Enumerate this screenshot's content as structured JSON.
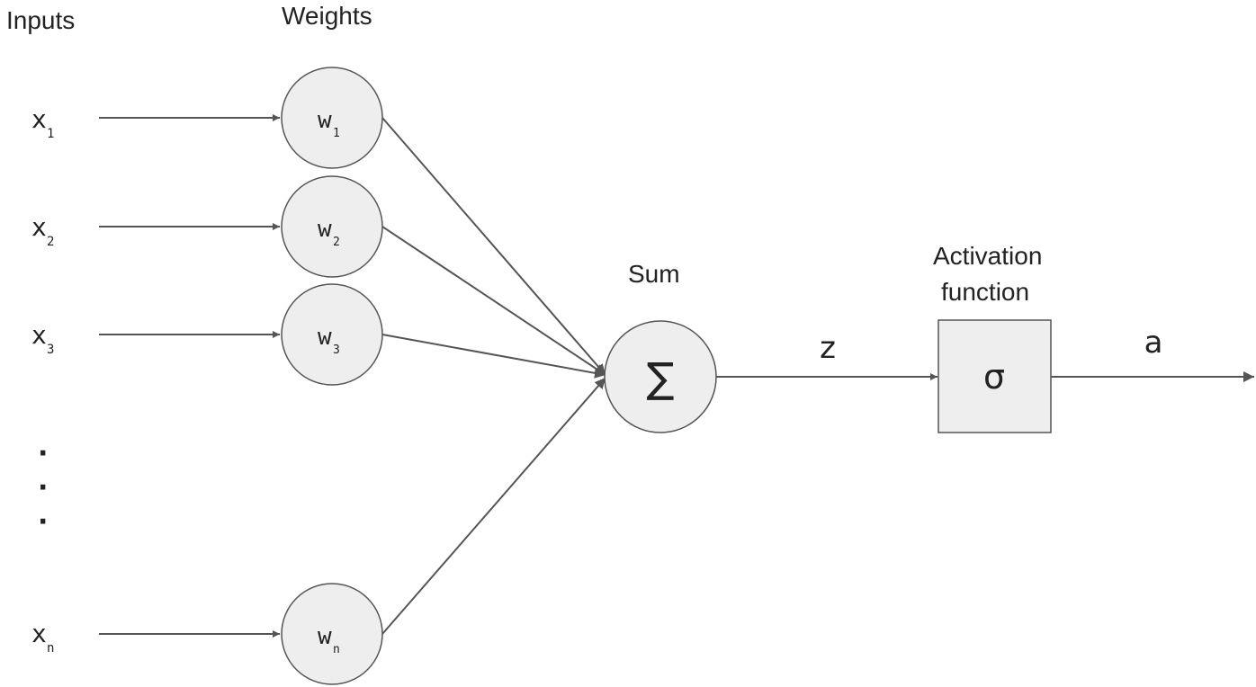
{
  "headers": {
    "inputs": "Inputs",
    "weights": "Weights",
    "sum": "Sum",
    "activation_line1": "Activation",
    "activation_line2": "function"
  },
  "inputs": [
    {
      "base": "x",
      "sub": "1"
    },
    {
      "base": "x",
      "sub": "2"
    },
    {
      "base": "x",
      "sub": "3"
    },
    {
      "base": "x",
      "sub": "n"
    }
  ],
  "weights": [
    {
      "base": "w",
      "sub": "1"
    },
    {
      "base": "w",
      "sub": "2"
    },
    {
      "base": "w",
      "sub": "3"
    },
    {
      "base": "w",
      "sub": "n"
    }
  ],
  "ellipsis": [
    "·",
    "·",
    "·"
  ],
  "sum_symbol": "∑",
  "z_label": "z",
  "activation_symbol": "σ",
  "output_label": "a",
  "colors": {
    "node_fill": "#eeeeee",
    "stroke": "#555555",
    "text": "#222222"
  }
}
